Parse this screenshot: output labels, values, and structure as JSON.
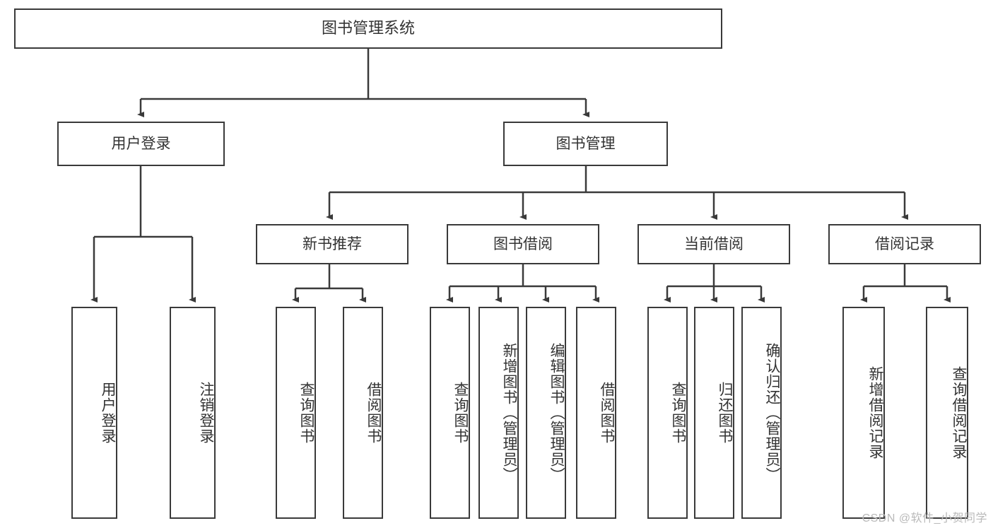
{
  "diagram": {
    "type": "tree-hierarchy",
    "title": "图书管理系统",
    "watermark": "CSDN @软件_小贺同学",
    "colors": {
      "stroke": "#3a3a3a",
      "fill": "#ffffff",
      "text": "#333333",
      "watermark": "#b9b9b9"
    },
    "root": {
      "label": "图书管理系统"
    },
    "level1": [
      {
        "label": "用户登录"
      },
      {
        "label": "图书管理"
      }
    ],
    "level2": [
      {
        "label": "新书推荐"
      },
      {
        "label": "图书借阅"
      },
      {
        "label": "当前借阅"
      },
      {
        "label": "借阅记录"
      }
    ],
    "leaves": {
      "user_login": [
        {
          "label": "用户登录"
        },
        {
          "label": "注销登录"
        }
      ],
      "new_book_recommend": [
        {
          "label": "查询图书"
        },
        {
          "label": "借阅图书"
        }
      ],
      "book_borrow": [
        {
          "label": "查询图书"
        },
        {
          "label": "新增图书（管理员）"
        },
        {
          "label": "编辑图书（管理员）"
        },
        {
          "label": "借阅图书"
        }
      ],
      "current_borrow": [
        {
          "label": "查询图书"
        },
        {
          "label": "归还图书"
        },
        {
          "label": "确认归还（管理员）"
        }
      ],
      "borrow_record": [
        {
          "label": "新增借阅记录"
        },
        {
          "label": "查询借阅记录"
        }
      ]
    }
  }
}
